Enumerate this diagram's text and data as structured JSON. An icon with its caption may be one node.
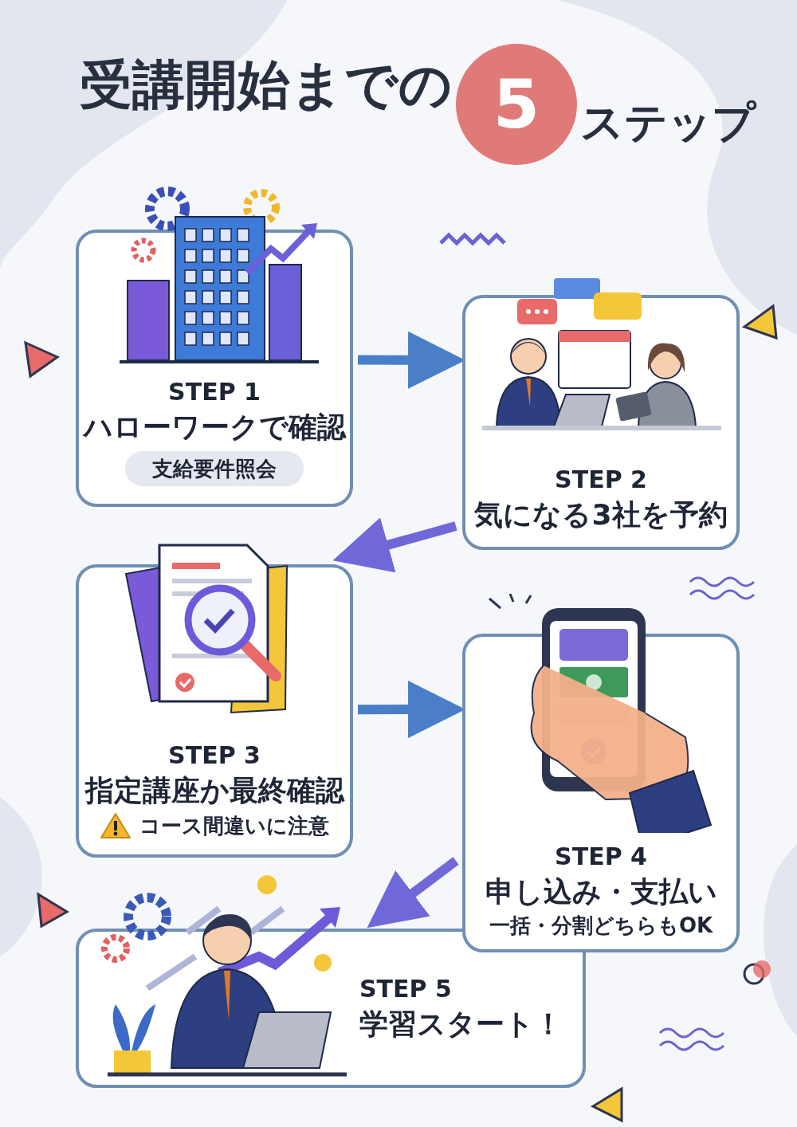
{
  "diagram": {
    "title": "受講開始までの",
    "nodes": [
      {
        "text": [
          "STEP 1",
          "ハローワークで確認",
          "支給要件照会"
        ]
      },
      {
        "text": [
          "STEP 2",
          "気になる3社を予約"
        ]
      },
      {
        "text": [
          "STEP 3",
          "指定講座か最終確認",
          "コース間違いに注意"
        ]
      },
      {
        "text": [
          "STEP 4",
          "申し込み・支払い",
          "一括・分割どちらもOK"
        ]
      },
      {
        "text": [
          "STEP 5",
          "学習スタート！"
        ]
      }
    ],
    "edges": [
      {
        "from": 0,
        "to": 1,
        "arrow": "to"
      },
      {
        "from": 1,
        "to": 2,
        "arrow": "to",
        "color": "#7068d8"
      },
      {
        "from": 2,
        "to": 3,
        "arrow": "to"
      },
      {
        "from": 3,
        "to": 4,
        "arrow": "to",
        "color": "#7068d8"
      }
    ],
    "labels": [
      "5",
      "ステップ"
    ]
  }
}
